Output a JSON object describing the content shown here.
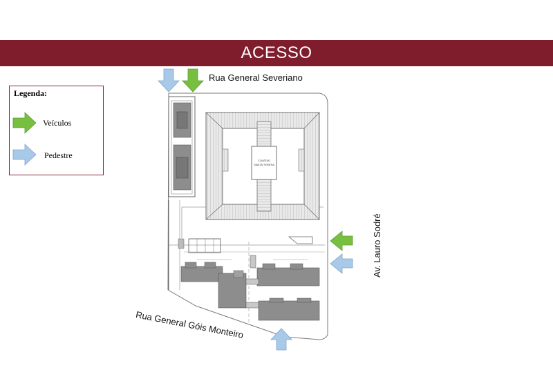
{
  "banner": {
    "title": "ACESSO",
    "color": "#7f1d2d"
  },
  "legend": {
    "title": "Legenda:",
    "items": [
      {
        "label": "Veículos",
        "arrow_color": "#77bf3f"
      },
      {
        "label": "Pedestre",
        "arrow_color": "#a9c9e8"
      }
    ]
  },
  "streets": {
    "north": "Rua General Severiano",
    "east": "Av. Lauro Sodré",
    "southwest": "Rua General Góis Monteiro"
  },
  "plan": {
    "building_label_line1": "COLÉGIO",
    "building_label_line2": "SANTA TERESA"
  }
}
